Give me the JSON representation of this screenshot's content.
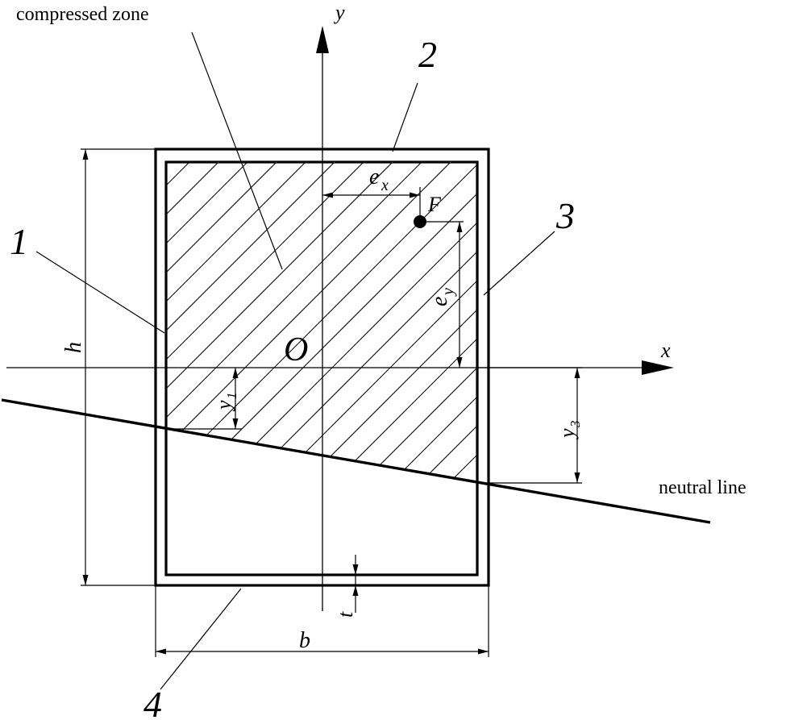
{
  "labels": {
    "compressed_zone": "compressed zone",
    "neutral_line": "neutral line",
    "axis_x": "x",
    "axis_y": "y",
    "origin": "O",
    "force": "F",
    "ex_base": "e",
    "ex_sub": "x",
    "ey_base": "e",
    "ey_sub": "y",
    "y1_base": "y",
    "y1_sub": "1",
    "y3_base": "y",
    "y3_sub": "3",
    "height": "h",
    "width": "b",
    "thickness": "t",
    "wall_1": "1",
    "wall_2": "2",
    "wall_3": "3",
    "wall_4": "4"
  },
  "colors": {
    "ink": "#000000",
    "background": "#ffffff"
  }
}
